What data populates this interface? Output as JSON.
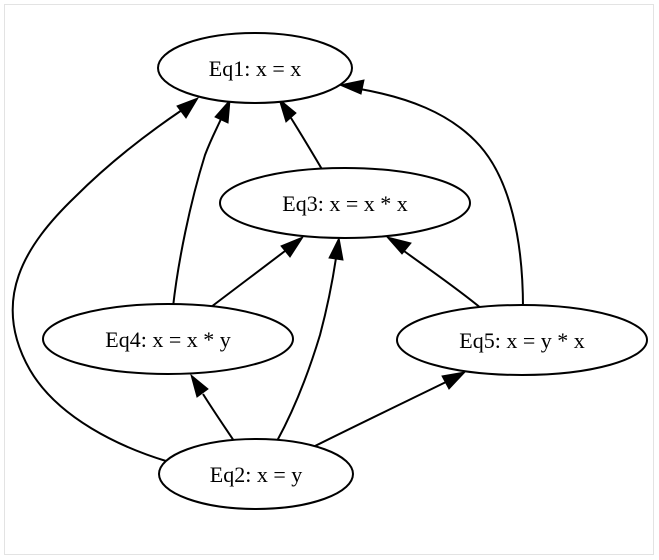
{
  "graph": {
    "nodes": [
      {
        "id": "eq1",
        "label": "Eq1: x = x"
      },
      {
        "id": "eq2",
        "label": "Eq2: x = y"
      },
      {
        "id": "eq3",
        "label": "Eq3: x = x * x"
      },
      {
        "id": "eq4",
        "label": "Eq4: x = x * y"
      },
      {
        "id": "eq5",
        "label": "Eq5: x = y * x"
      }
    ],
    "edges": [
      {
        "from": "eq3",
        "to": "eq1"
      },
      {
        "from": "eq4",
        "to": "eq1"
      },
      {
        "from": "eq2",
        "to": "eq1"
      },
      {
        "from": "eq5",
        "to": "eq1"
      },
      {
        "from": "eq4",
        "to": "eq3"
      },
      {
        "from": "eq2",
        "to": "eq3"
      },
      {
        "from": "eq5",
        "to": "eq3"
      },
      {
        "from": "eq2",
        "to": "eq4"
      },
      {
        "from": "eq2",
        "to": "eq5"
      }
    ],
    "colors": {
      "stroke": "#000000",
      "fill": "#ffffff",
      "background": "#ffffff"
    }
  }
}
